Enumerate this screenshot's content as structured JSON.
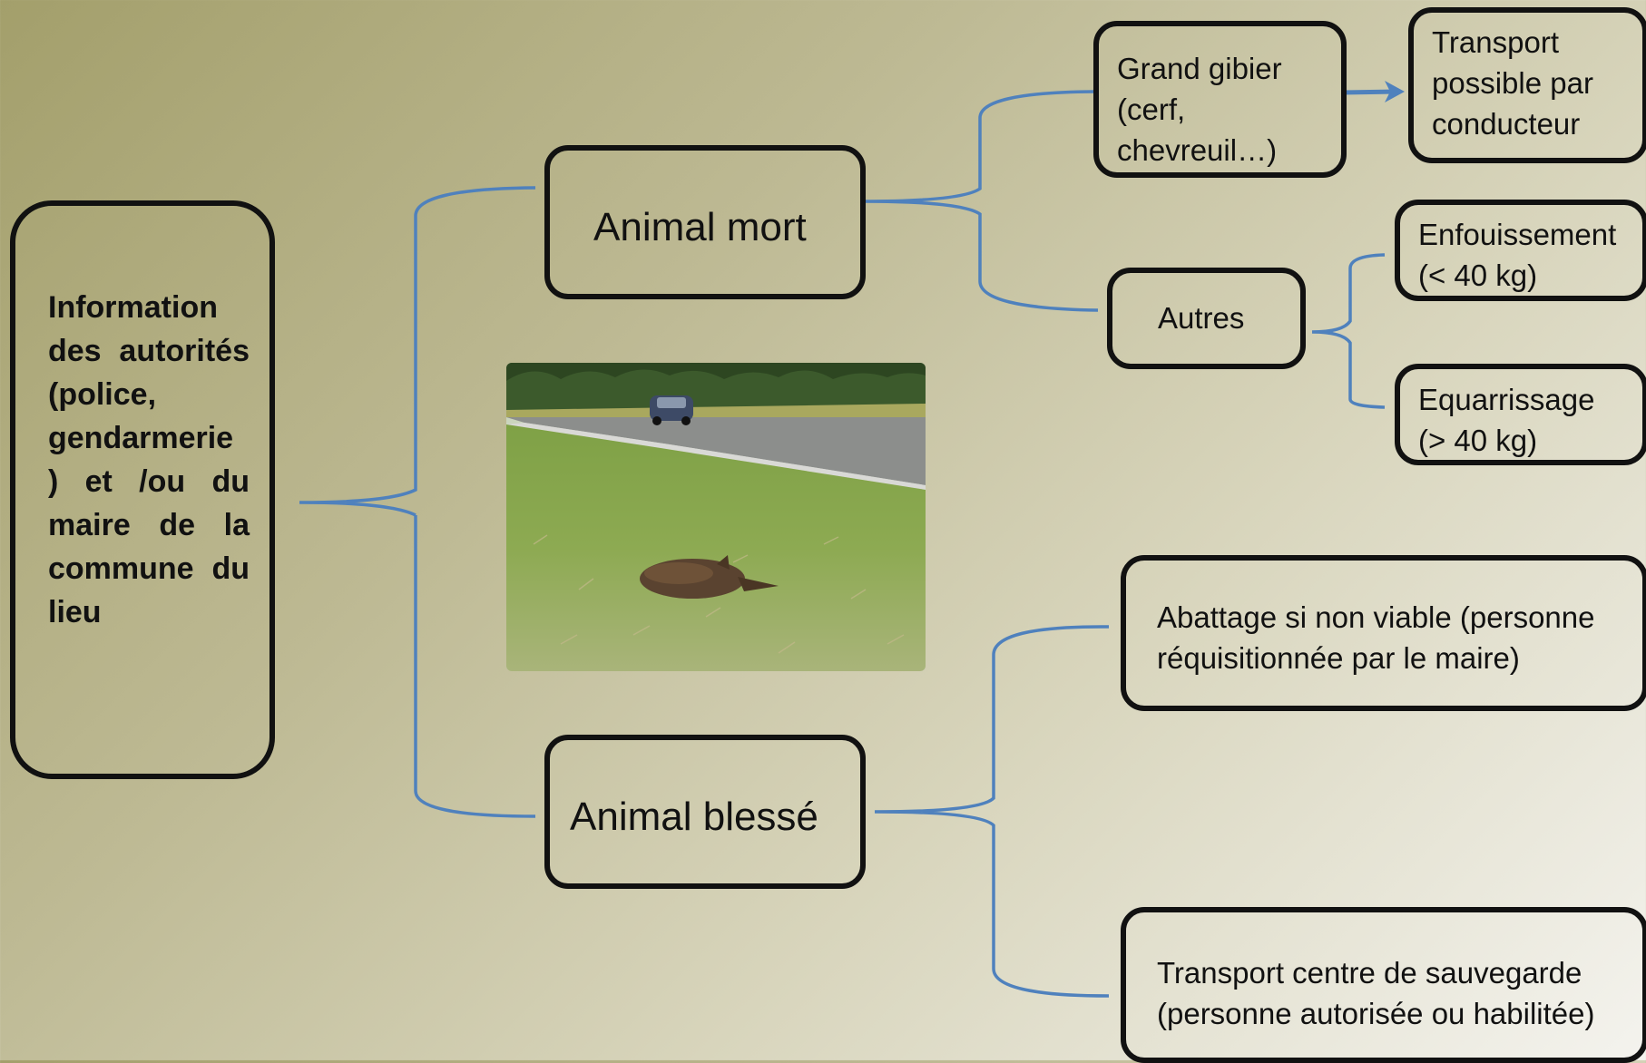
{
  "nodes": {
    "info": "Information des autorités (police, gendarmerie ) et /ou du maire de la commune du lieu",
    "animal_mort": "Animal mort",
    "animal_blesse": "Animal blessé",
    "grand_gibier": "Grand gibier\n(cerf,\nchevreuil…)",
    "transport_conducteur": "Transport\npossible par\nconducteur",
    "autres": "Autres",
    "enfouissement": "Enfouissement\n(< 40 kg)",
    "equarrissage": "Equarrissage\n(> 40 kg)",
    "abattage": "Abattage si non viable (personne\nréquisitionnée par le maire)",
    "transport_centre": "Transport centre de sauvegarde\n(personne autorisée ou habilitée)"
  },
  "colors": {
    "connector": "#4f81bd",
    "box_border": "#111111",
    "box_fill": "#e3e0cc"
  },
  "photo": {
    "icon": "roadside-dead-boar-photo"
  }
}
